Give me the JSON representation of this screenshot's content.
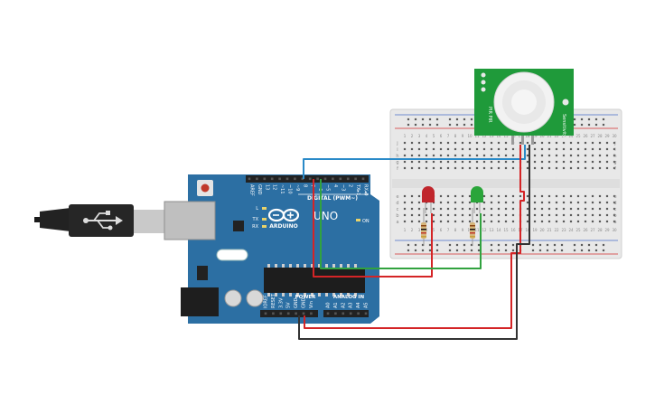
{
  "arduino": {
    "brand": "ARDUINO",
    "model": "UNO",
    "digital_label": "DIGITAL (PWM~)",
    "power_label": "POWER",
    "analog_label": "ANALOG IN",
    "on_label": "ON",
    "led_labels": [
      "L",
      "TX",
      "RX"
    ],
    "digital_pins": [
      "AREF",
      "GND",
      "13",
      "12",
      "~11",
      "~10",
      "~9",
      "8",
      "7",
      "~6",
      "~5",
      "4",
      "~3",
      "2",
      "TX▸1",
      "RX◂0"
    ],
    "power_pins": [
      "IOREF",
      "RESET",
      "3.3V",
      "5V",
      "GND",
      "GND",
      "Vin"
    ],
    "analog_pins": [
      "A0",
      "A1",
      "A2",
      "A3",
      "A4",
      "A5"
    ],
    "colors": {
      "board": "#2c6fa3",
      "header": "#222222"
    }
  },
  "pir_sensor": {
    "left_text": "PIR PIR",
    "right_text": "Sensitivity",
    "colors": {
      "board": "#1f9a3a",
      "dome": "#eeeeee"
    }
  },
  "breadboard": {
    "row_letters_top": [
      "j",
      "i",
      "h",
      "g",
      "f"
    ],
    "row_letters_bottom": [
      "e",
      "d",
      "c",
      "b",
      "a"
    ],
    "column_numbers": [
      "1",
      "2",
      "3",
      "4",
      "5",
      "6",
      "7",
      "8",
      "9",
      "10",
      "11",
      "12",
      "13",
      "14",
      "15",
      "16",
      "17",
      "18",
      "19",
      "20",
      "21",
      "22",
      "23",
      "24",
      "25",
      "26",
      "27",
      "28",
      "29",
      "30"
    ]
  },
  "leds": [
    {
      "color": "#c0262c"
    },
    {
      "color": "#2aa53a"
    }
  ],
  "wire_colors": {
    "signal": "#2a8ac8",
    "power": "#d42426",
    "ground": "#333333",
    "green": "#31a23f"
  }
}
